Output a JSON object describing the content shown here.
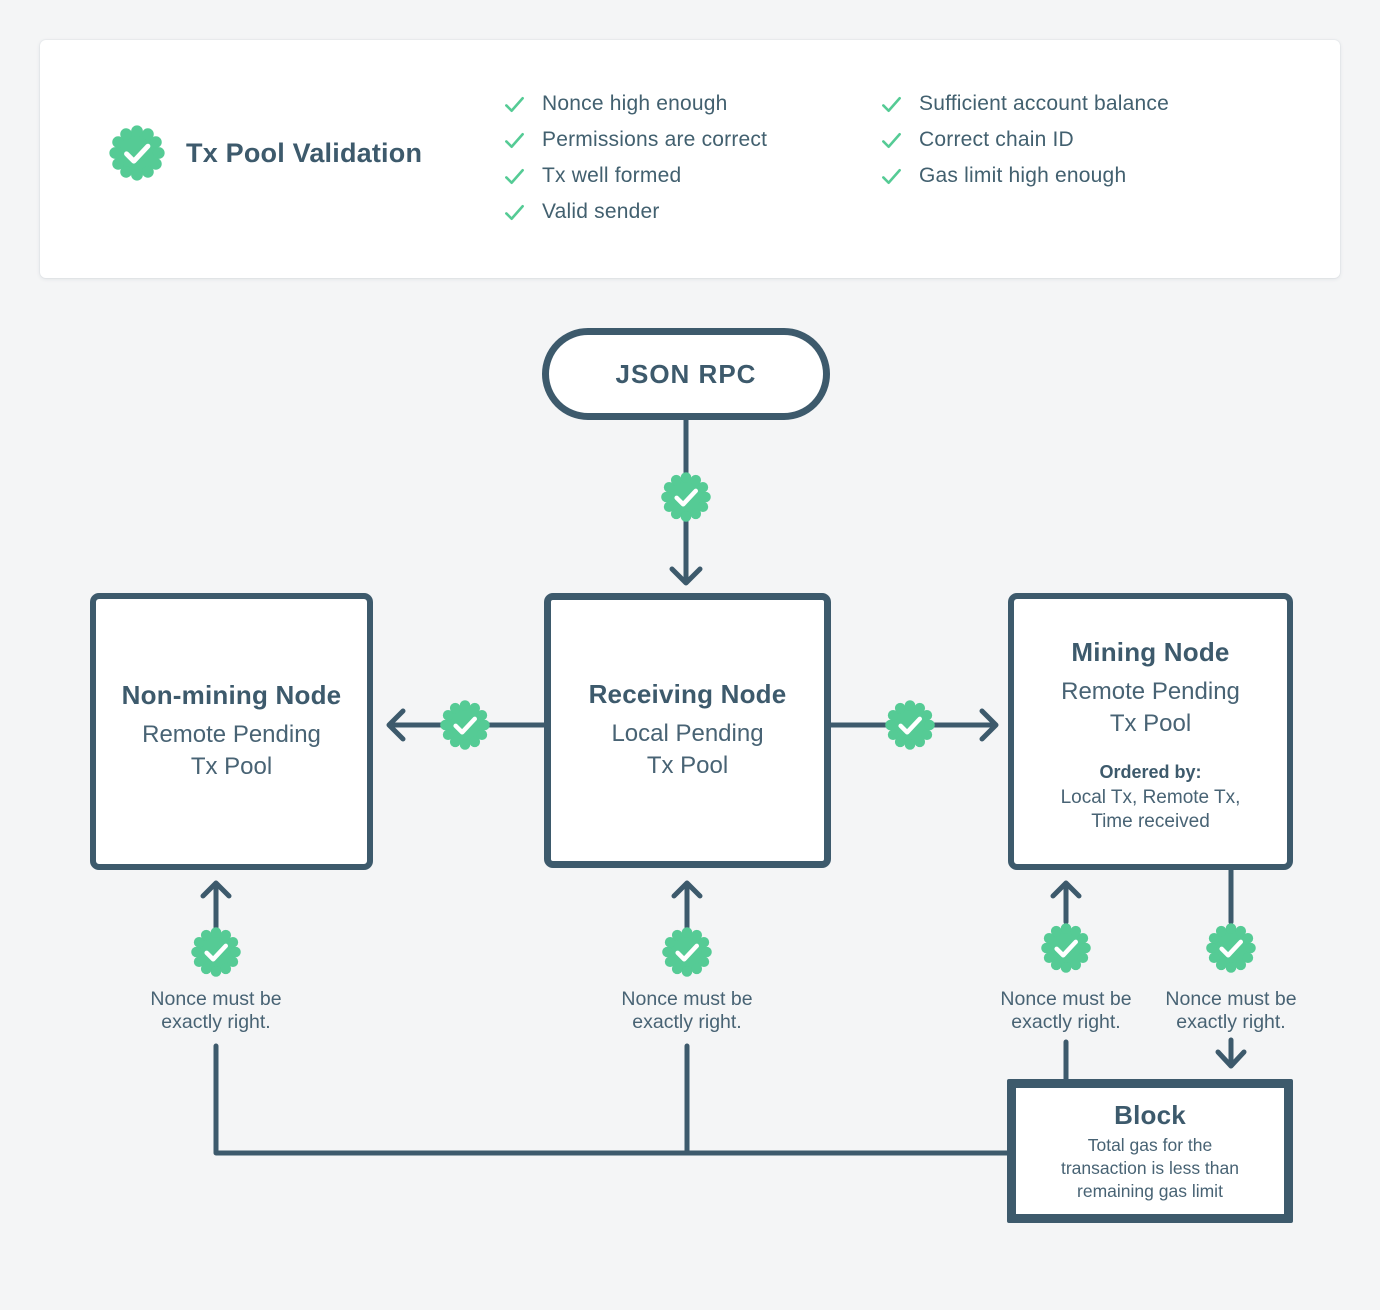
{
  "colors": {
    "slate": "#3D5A6C",
    "green": "#55CB95",
    "bg": "#F4F5F6",
    "card": "#FFFFFF",
    "text2": "#486374"
  },
  "validation_card": {
    "title": "Tx Pool Validation",
    "checks_left": [
      "Nonce high enough",
      "Permissions are correct",
      "Tx well formed",
      "Valid sender"
    ],
    "checks_right": [
      "Sufficient account balance",
      "Correct chain ID",
      "Gas limit high enough"
    ]
  },
  "flow": {
    "source": {
      "label": "JSON RPC"
    },
    "non_mining_node": {
      "title": "Non-mining Node",
      "subtitle": "Remote Pending\nTx Pool"
    },
    "receiving_node": {
      "title": "Receiving Node",
      "subtitle": "Local Pending\nTx Pool"
    },
    "mining_node": {
      "title": "Mining Node",
      "subtitle": "Remote Pending\nTx Pool",
      "ordered_by_label": "Ordered by:",
      "ordered_by": "Local Tx, Remote Tx,\nTime received"
    },
    "block": {
      "title": "Block",
      "body": "Total gas for the\ntransaction is less than\nremaining gas limit"
    },
    "nonce_note": "Nonce must be\nexactly right."
  }
}
